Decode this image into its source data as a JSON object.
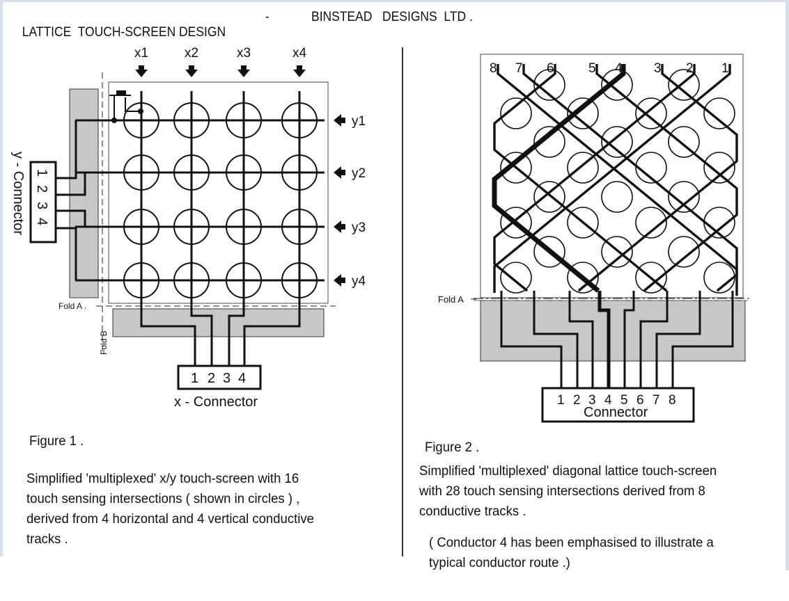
{
  "header": {
    "title": "LATTICE  TOUCH-SCREEN DESIGN",
    "separator": "-",
    "company": "BINSTEAD   DESIGNS  LTD ."
  },
  "figure1": {
    "x_labels": [
      "x1",
      "x2",
      "x3",
      "x4"
    ],
    "y_labels": [
      "y1",
      "y2",
      "y3",
      "y4"
    ],
    "x_connector": {
      "pins": [
        "1",
        "2",
        "3",
        "4"
      ],
      "label": "x - Connector"
    },
    "y_connector": {
      "pins": [
        "1",
        "2",
        "3",
        "4"
      ],
      "label": "y - Connector"
    },
    "fold_a_label": "Fold A .",
    "fold_b_label": "Fold B",
    "rows": 4,
    "cols": 4,
    "caption_title": "Figure 1 .",
    "caption_lines": [
      "Simplified 'multiplexed'  x/y  touch-screen with 16",
      "touch sensing intersections ( shown in circles ) ,",
      "derived from 4 horizontal and 4 vertical conductive",
      "tracks ."
    ]
  },
  "figure2": {
    "track_labels": [
      "8",
      "7",
      "6",
      "5",
      "4",
      "3",
      "2",
      "1"
    ],
    "connector": {
      "pins": [
        "1",
        "2",
        "3",
        "4",
        "5",
        "6",
        "7",
        "8"
      ],
      "label": "Connector"
    },
    "fold_a_label": "Fold A",
    "emphasised_conductor": "4",
    "intersection_count": 28,
    "caption_title": "Figure 2 .",
    "caption_lines": [
      "Simplified 'multiplexed' diagonal lattice touch-screen",
      "with 28 touch sensing intersections derived from 8",
      "conductive tracks ."
    ],
    "note_lines": [
      "( Conductor 4 has been emphasised to illustrate a",
      "typical conductor route .)"
    ]
  },
  "colors": {
    "track": "#111111",
    "flex_tail": "#c8c8c8",
    "page_edge": "#d6deea"
  }
}
